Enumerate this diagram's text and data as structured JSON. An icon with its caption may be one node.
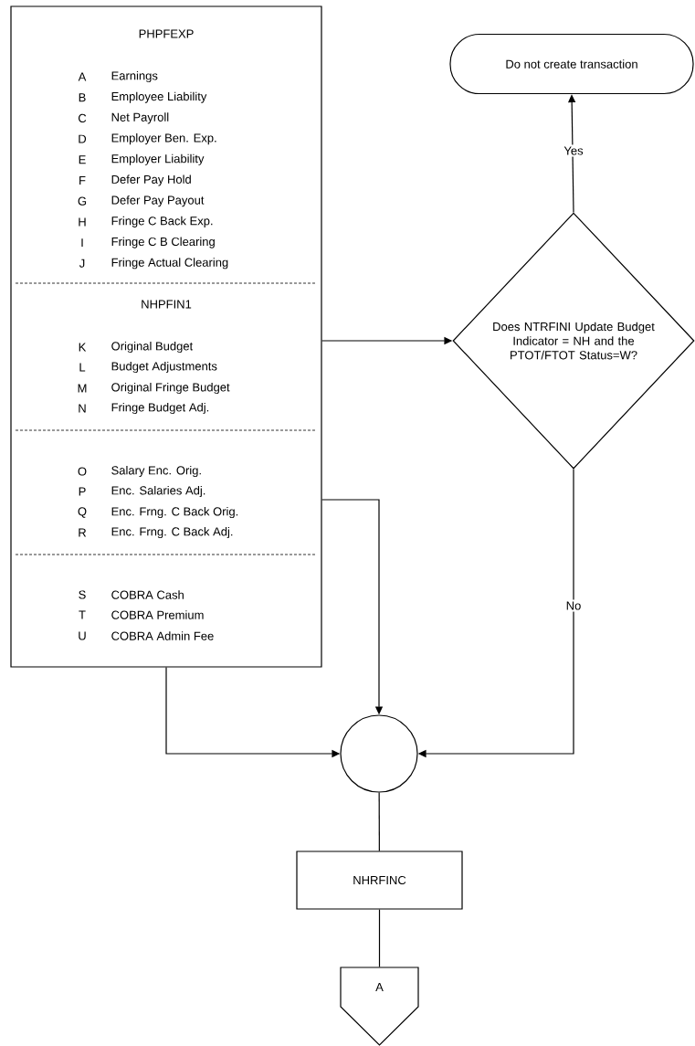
{
  "diagram": {
    "nodes": [
      {
        "text": [
          "PHPFEXP",
          "A",
          "Earnings",
          "B",
          "Employee Liability",
          "C",
          "Net Payroll",
          "D",
          "Employer Ben. Exp.",
          "E",
          "Employer Liability",
          "F",
          "Defer Pay Hold",
          "G",
          "Defer Pay Payout",
          "H",
          "Fringe C Back Exp.",
          "I",
          "Fringe C B Clearing",
          "J",
          "Fringe Actual Clearing",
          "NHPFIN1",
          "K",
          "Original Budget",
          "L",
          "Budget Adjustments",
          "M",
          "Original Fringe Budget",
          "N",
          "Fringe Budget Adj.",
          "O",
          "Salary Enc. Orig.",
          "P",
          "Enc. Salaries  Adj.",
          "Q",
          "Enc. Frng. C Back Orig.",
          "R",
          "Enc. Frng. C Back Adj.",
          "S",
          "COBRA Cash",
          "T",
          "COBRA Premium",
          "U",
          "COBRA Admin Fee"
        ]
      },
      {
        "text": [
          "Do not create transaction"
        ]
      },
      {
        "text": [
          "Does NTRFINI Update Budget Indicator = NH and the PTOT/FTOT Status=W?"
        ]
      },
      {
        "text": [],
        "shape": "circle"
      },
      {
        "text": [
          "NHRFINC"
        ]
      },
      {
        "text": [
          "A"
        ]
      }
    ],
    "edges": [
      {
        "from": 0,
        "to": 2,
        "arrow": "to"
      },
      {
        "from": 2,
        "to": 1,
        "arrow": "to",
        "label": "Yes"
      },
      {
        "from": 0,
        "to": 3,
        "arrow": "to"
      },
      {
        "from": 0,
        "to": 3,
        "arrow": "to"
      },
      {
        "from": 2,
        "to": 3,
        "arrow": "to",
        "label": "No"
      },
      {
        "from": 3,
        "to": 4,
        "arrow": "none"
      },
      {
        "from": 4,
        "to": 5,
        "arrow": "none"
      }
    ]
  }
}
